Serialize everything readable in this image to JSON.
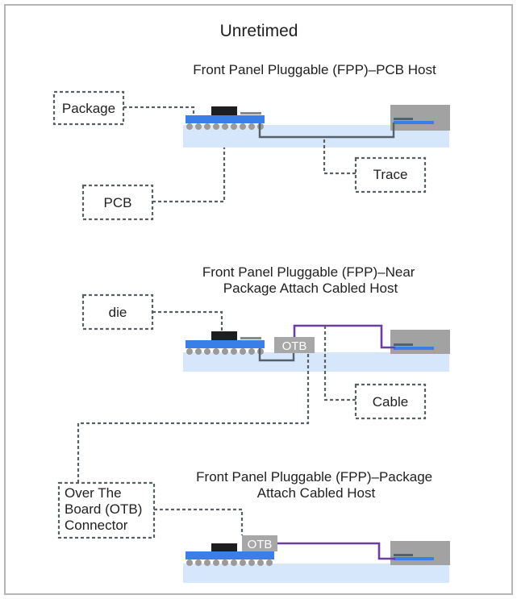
{
  "title": "Unretimed",
  "sections": [
    {
      "subtitle_lines": [
        "Front Panel Pluggable (FPP)–PCB Host"
      ]
    },
    {
      "subtitle_lines": [
        "Front Panel Pluggable (FPP)–Near",
        "Package Attach Cabled Host"
      ]
    },
    {
      "subtitle_lines": [
        "Front Panel Pluggable (FPP)–Package",
        "Attach Cabled Host"
      ]
    }
  ],
  "labels": {
    "package": "Package",
    "pcb": "PCB",
    "trace": "Trace",
    "die": "die",
    "cable": "Cable",
    "otb_connector_lines": [
      "Over The",
      "Board (OTB)",
      "Connector"
    ]
  },
  "otb_tag": "OTB",
  "colors": {
    "frame": "#b5b5b5",
    "pcb": "#d6e6fb",
    "package": "#3a7fe8",
    "die": "#1e1e1e",
    "balls": "#9a9a9a",
    "front_panel": "#a2a2a2",
    "otb": "#a7a7a7",
    "trace": "#56606b",
    "cable": "#6b3fa0",
    "leader": "#5a5f66"
  }
}
